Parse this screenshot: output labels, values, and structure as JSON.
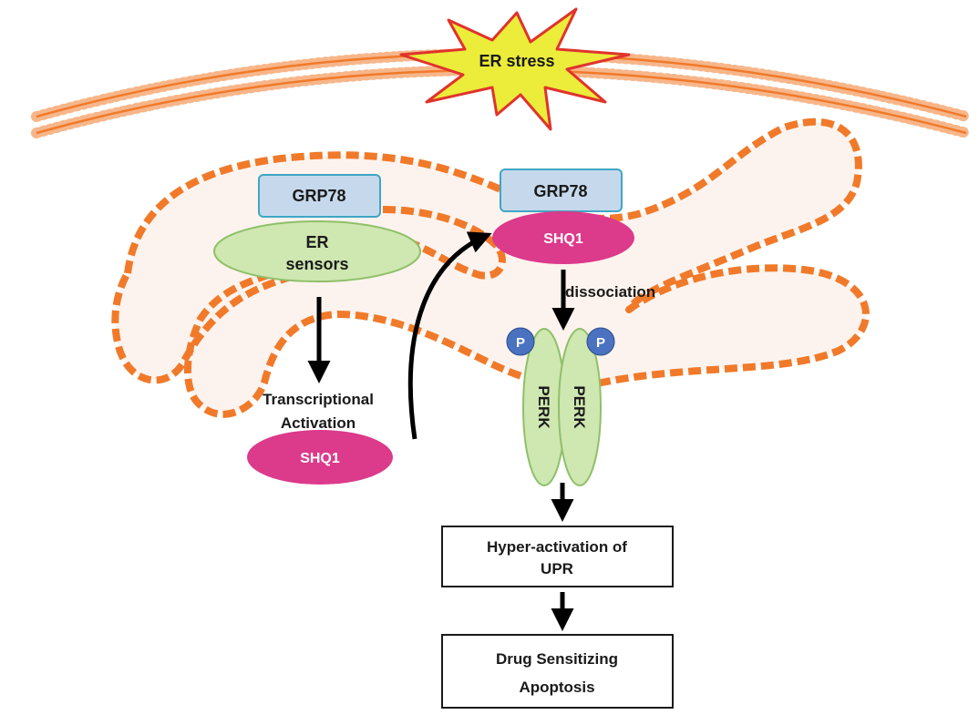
{
  "labels": {
    "er_stress": "ER stress",
    "grp78_left": "GRP78",
    "er_sensors_line1": "ER",
    "er_sensors_line2": "sensors",
    "grp78_right": "GRP78",
    "shq1_bound": "SHQ1",
    "dissociation": "dissociation",
    "phospho_left": "P",
    "phospho_right": "P",
    "perk_left": "PERK",
    "perk_right": "PERK",
    "transcriptional_line1": "Transcriptional",
    "transcriptional_line2": "Activation",
    "shq1_free": "SHQ1",
    "upr_line1": "Hyper-activation of",
    "upr_line2": "UPR",
    "apoptosis_line1": "Drug Sensitizing",
    "apoptosis_line2": "Apoptosis"
  },
  "colors": {
    "membrane": "#f07a2a",
    "er_fill": "#fdf3ee",
    "grp78_fill": "#c6d9ec",
    "grp78_stroke": "#3fa6c4",
    "sensor_fill": "#cfe7b0",
    "sensor_stroke": "#8fc06a",
    "shq1_fill": "#dc3a8a",
    "phospho_fill": "#4a72c0",
    "star_fill": "#ecec3a",
    "star_stroke": "#e0332c"
  }
}
